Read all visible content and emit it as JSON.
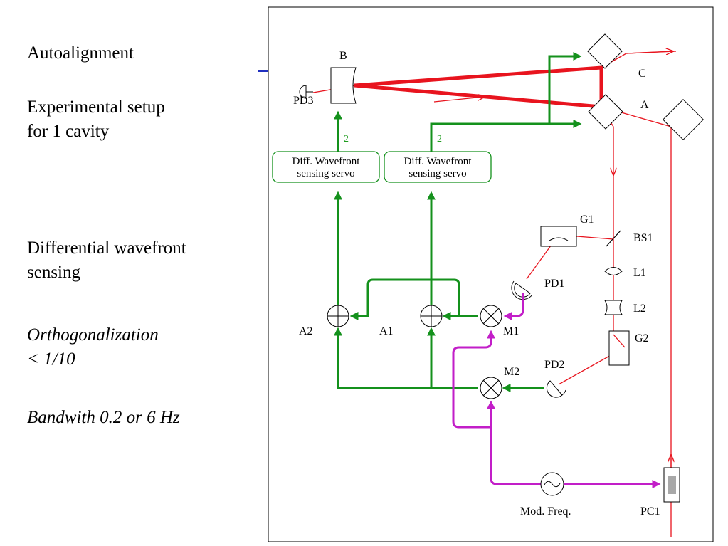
{
  "left_text": {
    "title": "Autoalignment",
    "setup_line1": "Experimental setup",
    "setup_line2": "for 1 cavity",
    "dws_line1": "Differential wavefront",
    "dws_line2": "sensing",
    "ortho_line1": "Orthogonalization",
    "ortho_line2": "< 1/10",
    "bandwidth": "Bandwith 0.2 or 6 Hz"
  },
  "diagram": {
    "labels": {
      "B": "B",
      "C": "C",
      "A": "A",
      "PD3": "PD3",
      "G1": "G1",
      "BS1": "BS1",
      "L1": "L1",
      "L2": "L2",
      "G2": "G2",
      "PD1": "PD1",
      "PD2": "PD2",
      "M1": "M1",
      "M2": "M2",
      "A1": "A1",
      "A2": "A2",
      "PC1": "PC1",
      "mod_freq": "Mod. Freq."
    },
    "servo_boxes": [
      {
        "line1": "Diff. Wavefront",
        "line2": "sensing servo"
      },
      {
        "line1": "Diff. Wavefront",
        "line2": "sensing servo"
      }
    ],
    "channel_count_labels": [
      "2",
      "2"
    ],
    "colors": {
      "laser_beam": "#e8141e",
      "signal_path": "#14911c",
      "modulation_path": "#c21ec8"
    }
  }
}
